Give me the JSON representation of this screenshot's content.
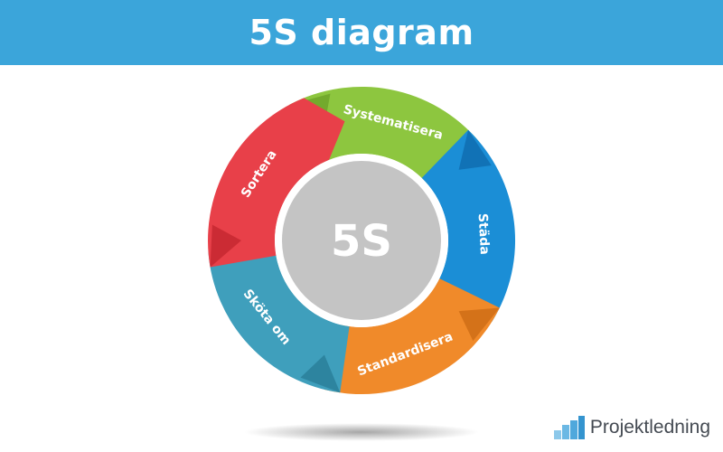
{
  "header": {
    "title": "5S diagram"
  },
  "diagram": {
    "center_label": "5S",
    "segments": [
      {
        "label": "Systematisera",
        "color": "#8dc63f",
        "dark": "#6fa42a"
      },
      {
        "label": "Städa",
        "color": "#1b8ed6",
        "dark": "#0f6db0"
      },
      {
        "label": "Standardisera",
        "color": "#f08a2a",
        "dark": "#cf6d16"
      },
      {
        "label": "Sköta om",
        "color": "#3f9fbc",
        "dark": "#2a7f9a"
      },
      {
        "label": "Sortera",
        "color": "#e84049",
        "dark": "#c62830"
      }
    ]
  },
  "brand": {
    "name": "Projektledning",
    "color": "#4fa8dc"
  }
}
